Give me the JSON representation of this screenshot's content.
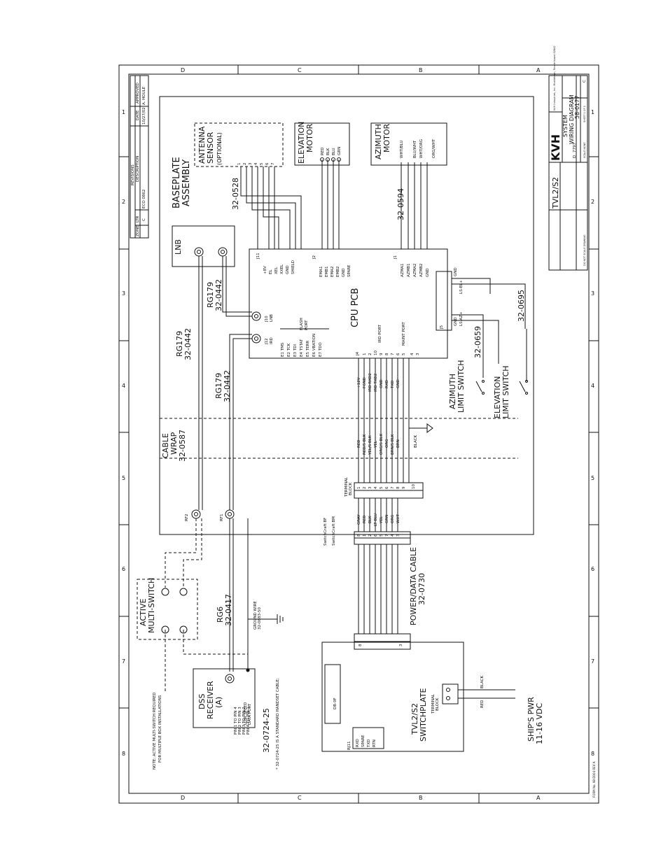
{
  "border": {
    "zones_top": [
      "D",
      "C",
      "B",
      "A"
    ],
    "zones_side": [
      "1",
      "2",
      "3",
      "4",
      "5",
      "6",
      "7",
      "8"
    ]
  },
  "revisions": {
    "title": "REVISIONS",
    "headers": [
      "ZONE",
      "LTR",
      "DESCRIPTION",
      "DATE",
      "APPROVED"
    ],
    "row": [
      "",
      "C",
      "ECO 0862",
      "10/27/02",
      "A. HOULE"
    ]
  },
  "title_block": {
    "company": "KVH",
    "company_line": "KVH Industries, Inc.  Middletown, Rhode Island 02842",
    "product": "TVL2/S2",
    "title_1": "SYSTEM",
    "title_2": "WIRING DIAGRAM",
    "dwg_no": "58-0177",
    "rev": "C",
    "size": "D",
    "code": "7797",
    "scale": "SCALE NONE",
    "sheet": "SHEET 1 OF 1",
    "note": "DO NOT SCALE DRAWING",
    "form": "FORM No. 98-D004 REV A"
  },
  "labels": {
    "baseplate": [
      "BASEPLATE",
      "ASSEMBLY"
    ],
    "antenna_sensor": [
      "ANTENNA",
      "SENSOR",
      "(OPTIONAL)"
    ],
    "elevation_motor": [
      "ELEVATION",
      "MOTOR"
    ],
    "azimuth_motor": [
      "AZIMUTH",
      "MOTOR"
    ],
    "lnb": "LNB",
    "cpu_pcb": "CPU PCB",
    "cable_wrap": [
      "CABLE",
      "WRAP",
      "32-0587"
    ],
    "rg179_a": [
      "RG179",
      "32-0442"
    ],
    "rg179_b": [
      "RG179",
      "32-0442"
    ],
    "rg179_c": [
      "RG179",
      "32-0442"
    ],
    "cable_0528": "32-0528",
    "cable_0594": "32-0594",
    "cable_0695": "32-0695",
    "cable_0659": "32-0659",
    "az_limit": [
      "AZIMUTH",
      "LIMIT SWITCH"
    ],
    "el_limit": [
      "ELEVATION",
      "LIMIT SWITCH"
    ],
    "active_switch": [
      "ACTIVE",
      "MULTI-SWITCH"
    ],
    "rg6": [
      "RG6",
      "32-0417"
    ],
    "ground_wire": [
      "GROUND WIRE",
      "32-0683-50"
    ],
    "dss": [
      "DSS",
      "RECEIVER",
      "(A)"
    ],
    "low_speed": [
      "LOW SPEED",
      "DATA PORT"
    ],
    "handset": "32-0724-25",
    "handset_note": [
      "* 32-0724-25 IS A STANDARD HANDSET CABLE;",
      "PIN 1 TO PIN 4",
      "PIN 2 TO PIN 3",
      "PIN 3 TO PIN 2",
      "PIN 4 TO PIN 1"
    ],
    "note_active": [
      "NOTE: ACTIVE MULTI-SWITCH REQUIRED",
      "FOR MULTIPLE BOX INSTALLATIONS"
    ],
    "switchplate": [
      "TVL2/S2",
      "SWITCHPLATE"
    ],
    "power_cable": [
      "POWER/DATA CABLE",
      "32-0730"
    ],
    "ships_pwr": [
      "SHIP'S PWR",
      "11-16 VDC"
    ],
    "terminal_block": [
      "TERMINAL",
      "BLOCK"
    ],
    "rf1": "RF1",
    "rf2": "RF2",
    "j10": [
      "J10",
      "LNB"
    ],
    "j12": [
      "J12",
      "IRD"
    ],
    "flash_port": [
      "FLASH",
      "PORT"
    ],
    "ird_port": "IRD PORT",
    "maint_port": "MAINT PORT",
    "switchcraft_bf": "SwitchCraft BF",
    "switchcraft_bm": "SwitchCraft BM",
    "db9f": "DB-9F",
    "rj11": "RJ11",
    "black": "BLACK",
    "red": "RED",
    "j1": "J1",
    "j2": "J2",
    "j4": "J4",
    "j5": "J5",
    "j11": "J11"
  },
  "pins": {
    "antenna": [
      "1",
      "2",
      "3",
      "4",
      "5",
      "6",
      "7"
    ],
    "j11": [
      "+8V",
      "EL",
      "XEL",
      "XXEL",
      "GND",
      "SHIELD"
    ],
    "j2": [
      "EMA1",
      "EMB1",
      "EMA2",
      "EMB2",
      "GND",
      "SPARE"
    ],
    "elev_colors": [
      "RED",
      "BLK",
      "BLU",
      "GRN"
    ],
    "az_colors": [
      "WHT/BLU",
      "BLU/WHT",
      "WHT/ORG",
      "ORG/WHT"
    ],
    "j1": [
      "AZMA1",
      "AZMB1",
      "AZMA2",
      "AZMB2",
      "GND"
    ],
    "j5a": [
      "GND",
      "LS-EL+"
    ],
    "j5b": [
      "GND",
      "LS-AZ+"
    ],
    "flash": [
      "E1 TMS",
      "E2 TCK",
      "E3 TDI",
      "E4 TSTAT",
      "E5 TERR",
      "E6 VBATION",
      "E7 TDO"
    ],
    "j4": [
      "+12V",
      "FGND",
      "IRD RXD2",
      "IRD TXD2",
      "GND",
      "RXD",
      "TXD",
      "GND"
    ],
    "wrap_colors": [
      "RED",
      "RED/S BLK",
      "YEL/S BLK",
      "YEL",
      "ORG/S BLK",
      "ORG",
      "BRN/S BLK",
      "BRN",
      "BLACK"
    ],
    "tb_left": [
      "1",
      "2",
      "3",
      "4",
      "5",
      "6",
      "7",
      "8",
      "9",
      "10"
    ],
    "cable_colors": [
      "GRAY",
      "RED",
      "BLK",
      "LT BLU",
      "YEL",
      "GRN",
      "ORG",
      "WHT"
    ],
    "bm_pins": [
      "8",
      "1",
      "2",
      "6",
      "5",
      "7",
      "4",
      "3"
    ],
    "rj11": [
      "RXD",
      "SPARE",
      "TXD",
      "RTN"
    ]
  },
  "colors": {
    "ink": "#111111",
    "paper": "#ffffff"
  }
}
